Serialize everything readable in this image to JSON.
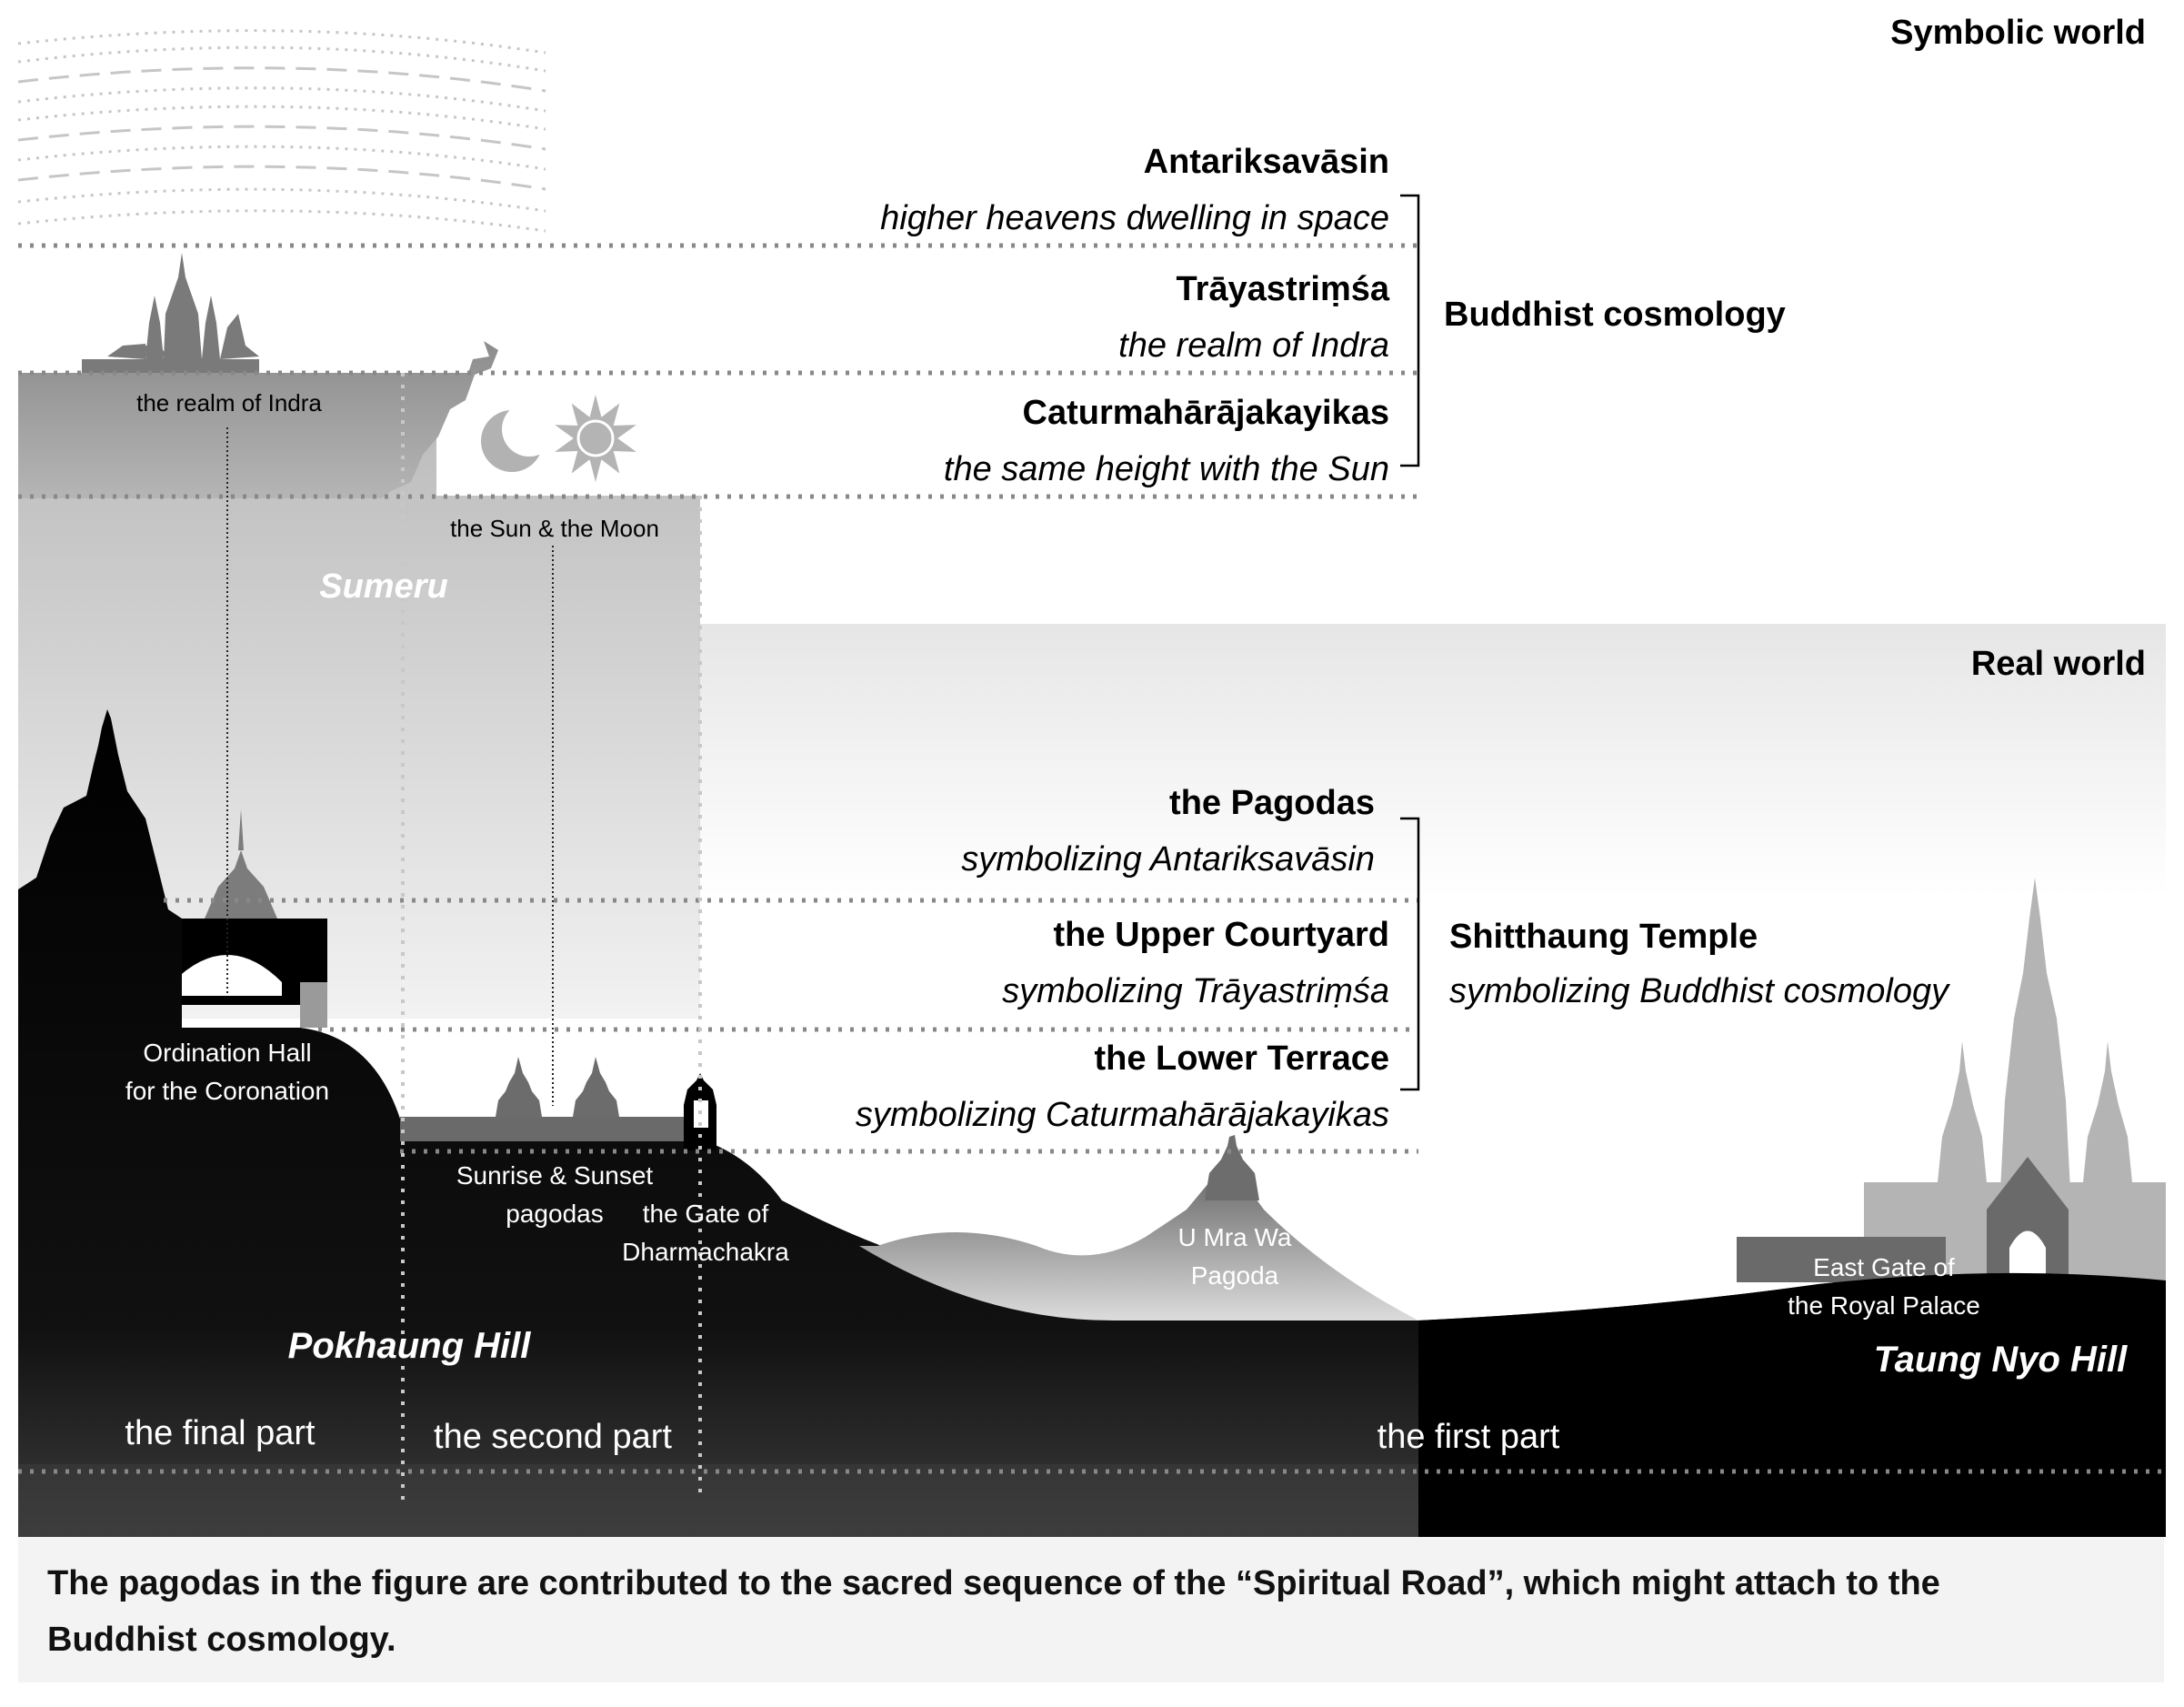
{
  "headers": {
    "symbolic_world": "Symbolic world",
    "real_world": "Real world"
  },
  "cosmology": {
    "group_label": "Buddhist cosmology",
    "levels": [
      {
        "name": "Antariksavāsin",
        "desc": "higher heavens dwelling in space"
      },
      {
        "name": "Trāyastriṃśa",
        "desc": "the realm of Indra"
      },
      {
        "name": "Caturmahārājakayikas",
        "desc": "the same height with the Sun"
      }
    ]
  },
  "temple": {
    "group_label": "Shitthaung Temple",
    "group_desc": "symbolizing Buddhist cosmology",
    "levels": [
      {
        "name": "the Pagodas",
        "desc": "symbolizing Antariksavāsin"
      },
      {
        "name": "the Upper Courtyard",
        "desc": "symbolizing Trāyastriṃśa"
      },
      {
        "name": "the Lower Terrace",
        "desc": "symbolizing Caturmahārājakayikas"
      }
    ]
  },
  "places": {
    "realm_of_indra": "the realm of Indra",
    "sun_moon": "the Sun & the Moon",
    "sumeru": "Sumeru",
    "ordination_line1": "Ordination Hall",
    "ordination_line2": "for the Coronation",
    "sunrise_line1": "Sunrise & Sunset",
    "sunrise_line2": "pagodas",
    "gate_line1": "the Gate of",
    "gate_line2": "Dharmachakra",
    "umrawa_line1": "U Mra Wa",
    "umrawa_line2": "Pagoda",
    "eastgate_line1": "East Gate of",
    "eastgate_line2": "the Royal Palace",
    "pokhaung": "Pokhaung Hill",
    "taung_nyo": "Taung Nyo Hill"
  },
  "parts": {
    "final": "the final part",
    "second": "the second part",
    "first": "the first part"
  },
  "caption": {
    "line1": "The pagodas in the figure are contributed to the sacred sequence of the “Spiritual Road”, which might attach to the",
    "line2": "Buddhist cosmology."
  }
}
